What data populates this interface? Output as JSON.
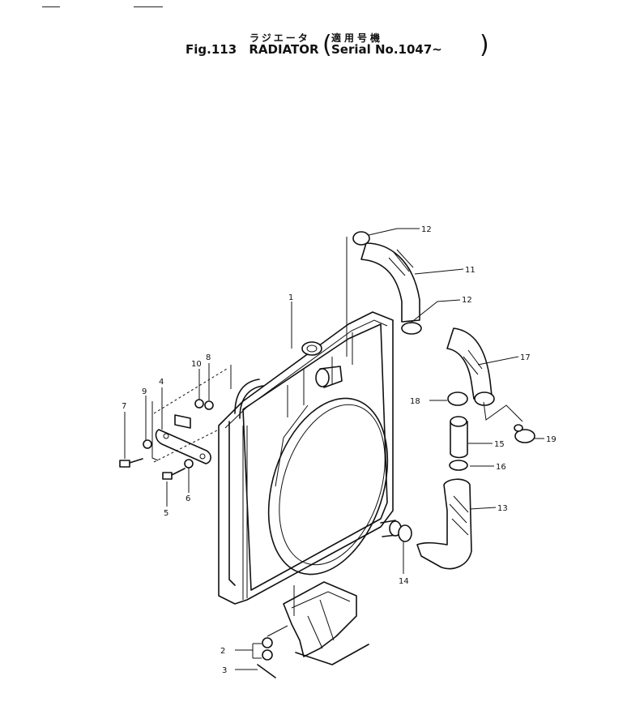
{
  "header": {
    "title_jp": "ラジエータ",
    "fig": "Fig.113",
    "name": "RADIATOR",
    "serial_jp": "適用号機",
    "serial": "Serial No.1047~"
  },
  "labels": {
    "l1": "1",
    "l2": "2",
    "l3": "3",
    "l4": "4",
    "l5": "5",
    "l6": "6",
    "l7": "7",
    "l8": "8",
    "l9": "9",
    "l10": "10",
    "l11": "11",
    "l12a": "12",
    "l12b": "12",
    "l13": "13",
    "l14": "14",
    "l15": "15",
    "l16": "16",
    "l17": "17",
    "l18": "18",
    "l19": "19"
  }
}
